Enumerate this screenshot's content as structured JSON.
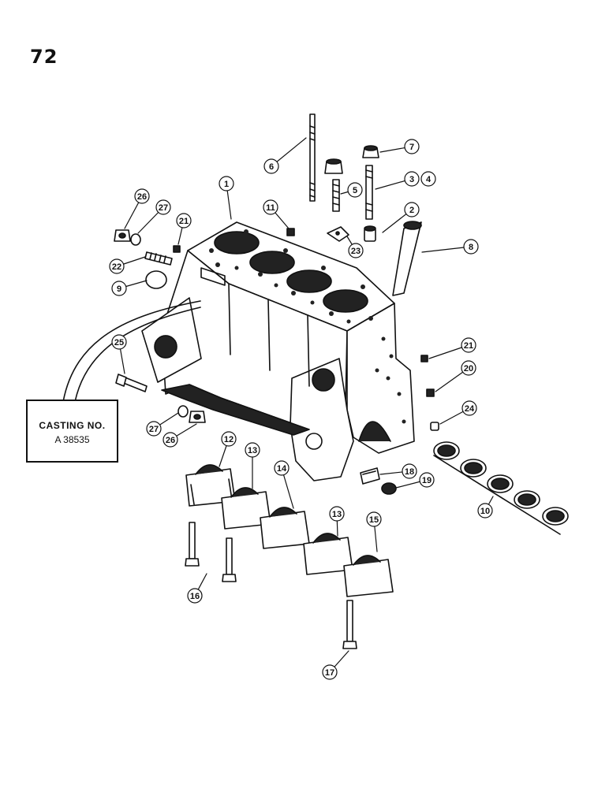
{
  "page": {
    "number": "72"
  },
  "casting_label": {
    "line1": "CASTING NO.",
    "line2": "A 38535"
  },
  "callouts": [
    "1",
    "2",
    "3",
    "4",
    "5",
    "6",
    "7",
    "8",
    "9",
    "10",
    "11",
    "12",
    "13",
    "13",
    "14",
    "15",
    "16",
    "17",
    "18",
    "19",
    "20",
    "21",
    "21",
    "22",
    "23",
    "24",
    "25",
    "26",
    "26",
    "27",
    "27"
  ],
  "colors": {
    "ink": "#111111",
    "paper": "#ffffff",
    "shade": "#222222"
  }
}
